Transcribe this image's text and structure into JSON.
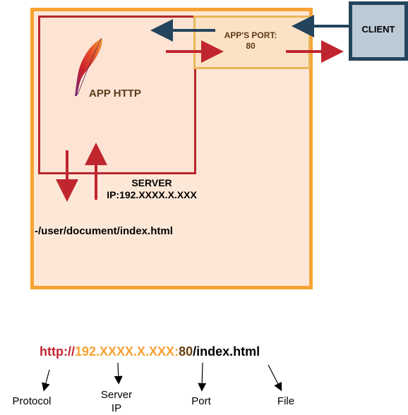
{
  "server": {
    "title": "SERVER",
    "ip": "IP:192.XXXX.X.XXX"
  },
  "app": {
    "label": "APP HTTP"
  },
  "port_box": {
    "line1": "APP'S PORT:",
    "line2": "80"
  },
  "client": {
    "label": "CLIENT"
  },
  "file_path": "-/user/document/index.html",
  "url": {
    "protocol": "http://",
    "ip": "192.XXXX.X.XXX:",
    "port": "80",
    "file": "/index.html"
  },
  "captions": {
    "protocol": "Protocol",
    "server_ip_line1": "Server",
    "server_ip_line2": "IP",
    "port": "Port",
    "file": "File"
  },
  "colors": {
    "protocol": "#c0262e",
    "ip": "#f7a234",
    "port": "#6b3e10",
    "file": "#000000",
    "red_arrow": "#c0262e",
    "blue_arrow": "#23445c"
  },
  "icons": {
    "logo": "apache-feather-icon"
  }
}
